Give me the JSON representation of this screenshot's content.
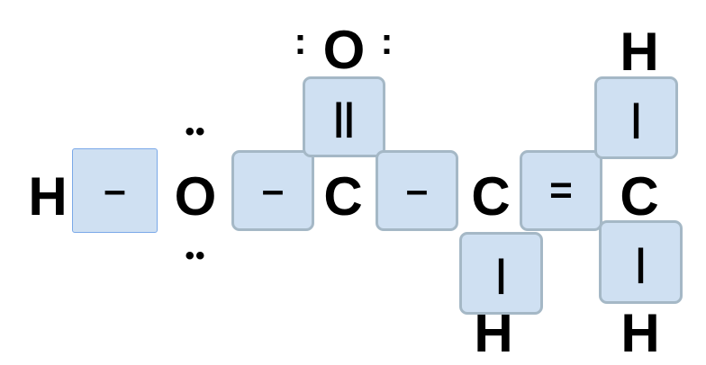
{
  "atoms": {
    "h_left": "H",
    "o_ester": "O",
    "c_carbonyl": "C",
    "o_carbonyl": "O",
    "c_middle": "C",
    "c_right": "C",
    "h_top": "H",
    "h_bottom_mid": "H",
    "h_bottom_right": "H"
  },
  "lone_pairs": {
    "ester_top": "••",
    "ester_bottom": "••",
    "carbonyl_left": ":",
    "carbonyl_right": ":"
  },
  "bonds": {
    "h_o": "–",
    "o_c": "–",
    "c_o_double": "||",
    "c_c": "–",
    "c_c_double": "=",
    "c_h_top": "|",
    "c_h_bottom_right": "|",
    "c_h_bottom_mid": "|"
  }
}
